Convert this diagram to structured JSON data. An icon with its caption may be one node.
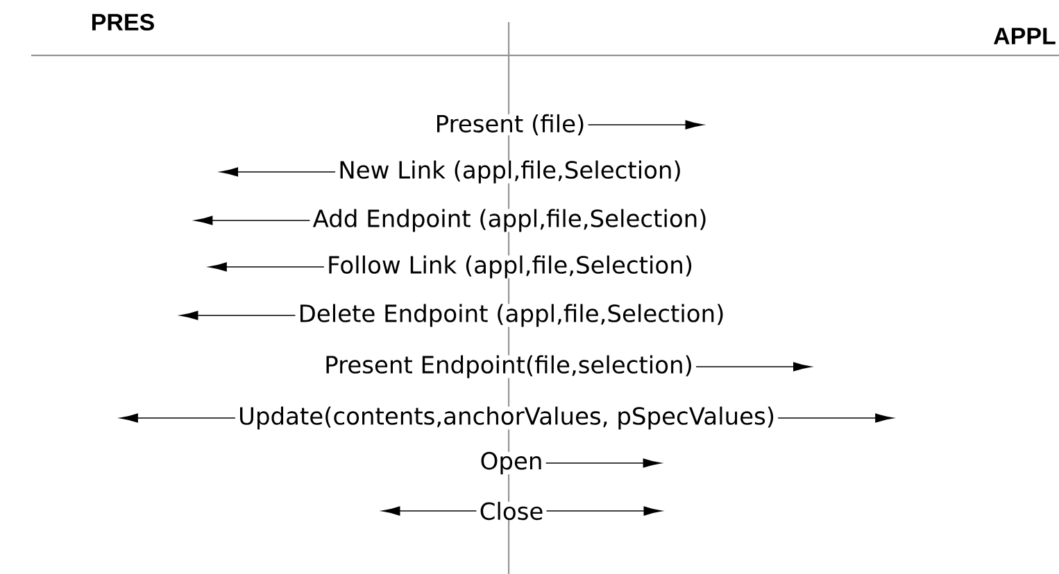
{
  "diagram": {
    "nodes": [
      {
        "text": [
          "Present (file)"
        ]
      },
      {
        "text": [
          "New Link (appl,file,Selection)"
        ]
      },
      {
        "text": [
          "Add Endpoint (appl,file,Selection)"
        ]
      },
      {
        "text": [
          "Follow Link (appl,file,Selection)"
        ]
      },
      {
        "text": [
          "Delete Endpoint (appl,file,Selection)"
        ]
      },
      {
        "text": [
          "Present Endpoint(file,selection)"
        ]
      },
      {
        "text": [
          "Update(contents,anchorValues, pSpecValues)"
        ]
      },
      {
        "text": [
          "Open"
        ]
      },
      {
        "text": [
          "Close"
        ]
      }
    ],
    "edges": [
      {
        "from": 0,
        "to": null,
        "arrow": "to"
      },
      {
        "from": 1,
        "to": null,
        "arrow": "to"
      },
      {
        "from": 2,
        "to": null,
        "arrow": "to"
      },
      {
        "from": 3,
        "to": null,
        "arrow": "to"
      },
      {
        "from": 4,
        "to": null,
        "arrow": "to"
      },
      {
        "from": 5,
        "to": null,
        "arrow": "to"
      },
      {
        "from": 6,
        "to": null,
        "arrow": "to"
      },
      {
        "from": 6,
        "to": null,
        "arrow": "to"
      },
      {
        "from": 7,
        "to": null,
        "arrow": "to"
      },
      {
        "from": 8,
        "to": null,
        "arrow": "to"
      },
      {
        "from": 8,
        "to": null,
        "arrow": "to"
      }
    ],
    "labels": [
      "PRES",
      "APPL"
    ]
  }
}
